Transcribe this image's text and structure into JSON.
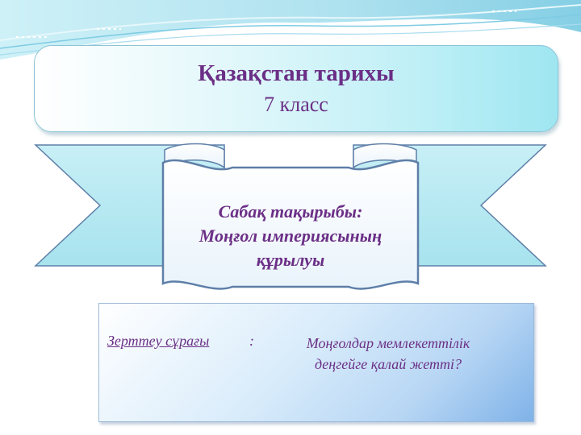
{
  "title": {
    "main": "Қазақстан тарихы",
    "grade": "7 класс"
  },
  "topic": {
    "line1": "Сабақ тақырыбы:",
    "line2": "Моңғол империясының",
    "line3": "құрылуы"
  },
  "question": {
    "label": "Зерттеу сұрағы",
    "colon": ":",
    "line1": "Моңғолдар мемлекеттілік",
    "line2": "деңгейге қалай жетті?"
  },
  "colors": {
    "text": "#6b2f86",
    "ribbon": "#b9eaf2",
    "ribbon_border": "#5e7fa8",
    "question_box": "#b7d6f4"
  }
}
